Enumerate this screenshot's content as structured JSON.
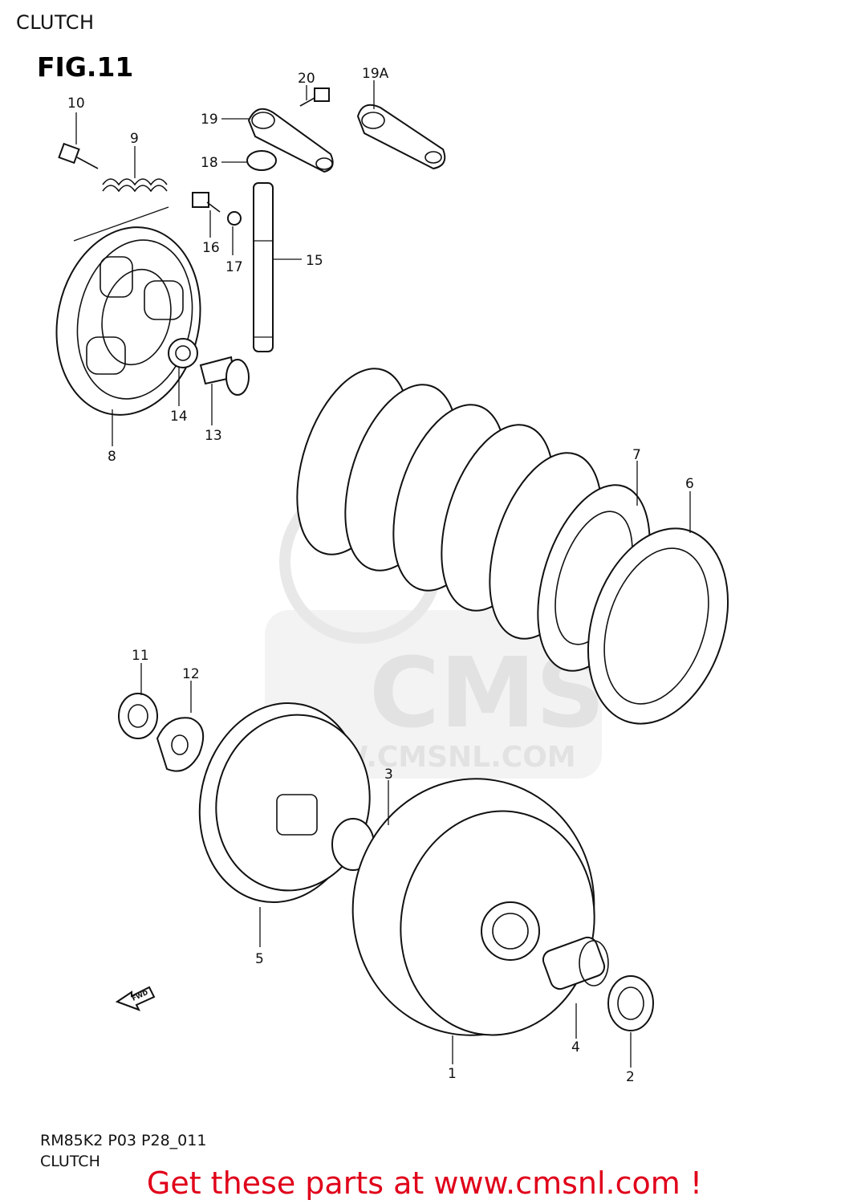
{
  "header": {
    "title": "CLUTCH",
    "figure": "FIG.11"
  },
  "footer": {
    "code": "RM85K2 P03 P28_011",
    "caption": "CLUTCH"
  },
  "watermark": {
    "brand": "CMS",
    "url": "WWW.CMSNL.COM"
  },
  "banner": {
    "text": "Get these parts at www.cmsnl.com !",
    "color": "#e0001a"
  },
  "fwd_label": "FWD",
  "callouts": {
    "c1": "1",
    "c2": "2",
    "c3": "3",
    "c4": "4",
    "c5": "5",
    "c6": "6",
    "c7": "7",
    "c8": "8",
    "c9": "9",
    "c10": "10",
    "c11": "11",
    "c12": "12",
    "c13": "13",
    "c14": "14",
    "c15": "15",
    "c16": "16",
    "c17": "17",
    "c18": "18",
    "c19": "19",
    "c19a": "19A",
    "c20": "20"
  }
}
